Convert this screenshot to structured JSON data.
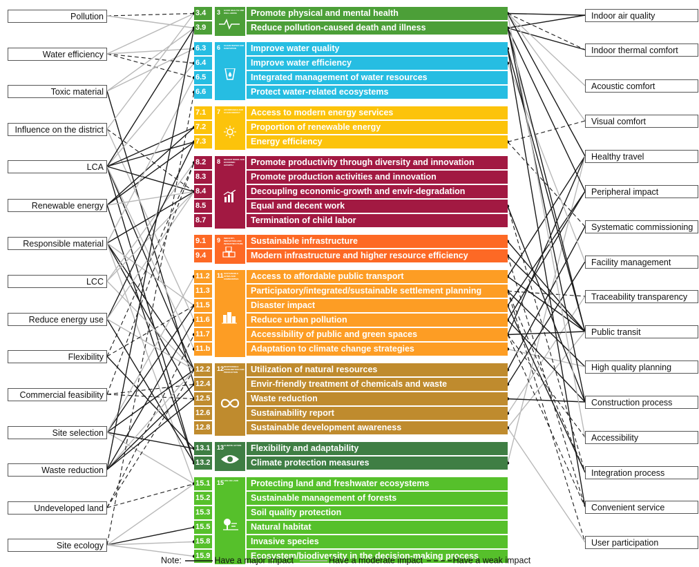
{
  "colors": {
    "goal3": "#4c9f38",
    "goal6": "#26bde2",
    "goal7": "#fcc30b",
    "goal8": "#a21942",
    "goal9": "#fd6925",
    "goal11": "#fd9d24",
    "goal12": "#bf8b2e",
    "goal13": "#3f7e44",
    "goal15": "#56c02b"
  },
  "left_factors": [
    "Pollution",
    "Water efficiency",
    "Toxic material",
    "Influence on the district",
    "LCA",
    "Renewable energy",
    "Responsible material",
    "LCC",
    "Reduce energy use",
    "Flexibility",
    "Commercial feasibility",
    "Site selection",
    "Waste reduction",
    "Undeveloped land",
    "Site ecology"
  ],
  "right_factors": [
    "Indoor air quality",
    "Indoor thermal comfort",
    "Acoustic comfort",
    "Visual comfort",
    "Healthy travel",
    "Peripheral impact",
    "Systematic commissioning",
    "Facility management",
    "Traceability transparency",
    "Public transit",
    "High quality planning",
    "Construction process",
    "Accessibility",
    "Integration process",
    "Convenient service",
    "User participation"
  ],
  "goals": [
    {
      "num": "3",
      "title": "GOOD HEALTH AND WELL-BEING",
      "icon": "heartbeat-icon",
      "targets": [
        {
          "id": "3.4",
          "label": "Promote physical and mental health"
        },
        {
          "id": "3.9",
          "label": "Reduce pollution-caused death and illness"
        }
      ]
    },
    {
      "num": "6",
      "title": "CLEAN WATER AND SANITATION",
      "icon": "water-glass-icon",
      "targets": [
        {
          "id": "6.3",
          "label": "Improve water quality"
        },
        {
          "id": "6.4",
          "label": "Improve water efficiency"
        },
        {
          "id": "6.5",
          "label": "Integrated management of water resources"
        },
        {
          "id": "6.6",
          "label": "Protect water-related ecosystems"
        }
      ]
    },
    {
      "num": "7",
      "title": "AFFORDABLE AND CLEAN ENERGY",
      "icon": "sun-icon",
      "targets": [
        {
          "id": "7.1",
          "label": "Access to modern energy services"
        },
        {
          "id": "7.2",
          "label": "Proportion of renewable energy"
        },
        {
          "id": "7.3",
          "label": "Energy efficiency"
        }
      ]
    },
    {
      "num": "8",
      "title": "DECENT WORK AND ECONOMIC GROWTH",
      "icon": "growth-chart-icon",
      "targets": [
        {
          "id": "8.2",
          "label": "Promote productivity through diversity and innovation"
        },
        {
          "id": "8.3",
          "label": "Promote production activities and innovation"
        },
        {
          "id": "8.4",
          "label": "Decoupling economic-growth and envir-degradation"
        },
        {
          "id": "8.5",
          "label": "Equal and decent work"
        },
        {
          "id": "8.7",
          "label": "Termination of child labor"
        }
      ]
    },
    {
      "num": "9",
      "title": "INDUSTRY, INNOVATION AND INFRASTRUCTURE",
      "icon": "cubes-icon",
      "targets": [
        {
          "id": "9.1",
          "label": "Sustainable infrastructure"
        },
        {
          "id": "9.4",
          "label": "Modern infrastructure and higher resource efficiency"
        }
      ]
    },
    {
      "num": "11",
      "title": "SUSTAINABLE CITIES AND COMMUNITIES",
      "icon": "buildings-icon",
      "targets": [
        {
          "id": "11.2",
          "label": "Access to affordable public transport"
        },
        {
          "id": "11.3",
          "label": "Participatory/integrated/sustainable settlement planning"
        },
        {
          "id": "11.5",
          "label": "Disaster impact"
        },
        {
          "id": "11.6",
          "label": "Reduce urban pollution"
        },
        {
          "id": "11.7",
          "label": "Accessibility of public and green spaces"
        },
        {
          "id": "11.b",
          "label": "Adaptation to climate change strategies"
        }
      ]
    },
    {
      "num": "12",
      "title": "RESPONSIBLE CONSUMPTION AND PRODUCTION",
      "icon": "infinity-icon",
      "targets": [
        {
          "id": "12.2",
          "label": "Utilization of natural resources"
        },
        {
          "id": "12.4",
          "label": "Envir-friendly treatment of chemicals and waste"
        },
        {
          "id": "12.5",
          "label": "Waste reduction"
        },
        {
          "id": "12.6",
          "label": "Sustainability report"
        },
        {
          "id": "12.8",
          "label": "Sustainable development awareness"
        }
      ]
    },
    {
      "num": "13",
      "title": "CLIMATE ACTION",
      "icon": "eye-globe-icon",
      "targets": [
        {
          "id": "13.1",
          "label": "Flexibility and adaptability"
        },
        {
          "id": "13.2",
          "label": "Climate protection measures"
        }
      ]
    },
    {
      "num": "15",
      "title": "LIFE ON LAND",
      "icon": "tree-icon",
      "targets": [
        {
          "id": "15.1",
          "label": "Protecting land and freshwater ecosystems"
        },
        {
          "id": "15.2",
          "label": "Sustainable management of forests"
        },
        {
          "id": "15.3",
          "label": "Soil quality protection"
        },
        {
          "id": "15.5",
          "label": "Natural habitat"
        },
        {
          "id": "15.8",
          "label": "Invasive species"
        },
        {
          "id": "15.9",
          "label": "Ecosystem/biodiversity in the decision-making process"
        }
      ]
    }
  ],
  "legend": {
    "prefix": "Note:",
    "major": "Have a major impact",
    "moderate": "Have a moderate impact",
    "weak": "Have a weak impact"
  },
  "left_links": [
    [
      "Pollution",
      "3.4",
      "weak"
    ],
    [
      "Pollution",
      "3.9",
      "moderate"
    ],
    [
      "Water efficiency",
      "6.4",
      "weak"
    ],
    [
      "Water efficiency",
      "6.5",
      "weak"
    ],
    [
      "Water efficiency",
      "6.3",
      "moderate"
    ],
    [
      "Water efficiency",
      "3.4",
      "moderate"
    ],
    [
      "Toxic material",
      "3.9",
      "moderate"
    ],
    [
      "Toxic material",
      "12.4",
      "major"
    ],
    [
      "Toxic material",
      "6.3",
      "moderate"
    ],
    [
      "Influence on the district",
      "8.4",
      "weak"
    ],
    [
      "Influence on the district",
      "11.6",
      "moderate"
    ],
    [
      "Influence on the district",
      "3.4",
      "moderate"
    ],
    [
      "LCA",
      "7.2",
      "major"
    ],
    [
      "LCA",
      "7.3",
      "major"
    ],
    [
      "LCA",
      "8.4",
      "major"
    ],
    [
      "LCA",
      "12.2",
      "major"
    ],
    [
      "LCA",
      "13.2",
      "major"
    ],
    [
      "LCA",
      "6.4",
      "moderate"
    ],
    [
      "LCA",
      "3.9",
      "major"
    ],
    [
      "LCA",
      "11.b",
      "moderate"
    ],
    [
      "Renewable energy",
      "7.2",
      "major"
    ],
    [
      "Renewable energy",
      "7.3",
      "major"
    ],
    [
      "Renewable energy",
      "8.4",
      "moderate"
    ],
    [
      "Renewable energy",
      "13.2",
      "major"
    ],
    [
      "Responsible material",
      "12.2",
      "major"
    ],
    [
      "Responsible material",
      "12.5",
      "major"
    ],
    [
      "Responsible material",
      "8.4",
      "major"
    ],
    [
      "Responsible material",
      "15.1",
      "moderate"
    ],
    [
      "Responsible material",
      "11.5",
      "moderate"
    ],
    [
      "Responsible material",
      "6.5",
      "moderate"
    ],
    [
      "LCC",
      "8.2",
      "moderate"
    ],
    [
      "LCC",
      "8.4",
      "moderate"
    ],
    [
      "LCC",
      "12.2",
      "moderate"
    ],
    [
      "Reduce energy use",
      "7.3",
      "major"
    ],
    [
      "Reduce energy use",
      "13.2",
      "major"
    ],
    [
      "Reduce energy use",
      "8.4",
      "moderate"
    ],
    [
      "Reduce energy use",
      "12.2",
      "moderate"
    ],
    [
      "Flexibility",
      "11.5",
      "weak"
    ],
    [
      "Flexibility",
      "13.1",
      "major"
    ],
    [
      "Flexibility",
      "8.2",
      "weak"
    ],
    [
      "Commercial feasibility",
      "12.5",
      "weak"
    ],
    [
      "Commercial feasibility",
      "8.2",
      "weak"
    ],
    [
      "Commercial feasibility",
      "12.4",
      "weak"
    ],
    [
      "Site selection",
      "13.1",
      "major"
    ],
    [
      "Site selection",
      "11.5",
      "major"
    ],
    [
      "Site selection",
      "12.2",
      "major"
    ],
    [
      "Site selection",
      "15.1",
      "moderate"
    ],
    [
      "Site selection",
      "11.2",
      "moderate"
    ],
    [
      "Waste reduction",
      "12.5",
      "major"
    ],
    [
      "Waste reduction",
      "11.6",
      "major"
    ],
    [
      "Waste reduction",
      "12.2",
      "moderate"
    ],
    [
      "Waste reduction",
      "12.4",
      "major"
    ],
    [
      "Waste reduction",
      "3.9",
      "major"
    ],
    [
      "Undeveloped land",
      "15.1",
      "weak"
    ],
    [
      "Undeveloped land",
      "12.2",
      "weak"
    ],
    [
      "Undeveloped land",
      "11.7",
      "weak"
    ],
    [
      "Site ecology",
      "15.5",
      "major"
    ],
    [
      "Site ecology",
      "15.1",
      "moderate"
    ],
    [
      "Site ecology",
      "15.8",
      "moderate"
    ],
    [
      "Site ecology",
      "15.9",
      "moderate"
    ],
    [
      "Site ecology",
      "6.6",
      "weak"
    ]
  ],
  "right_links": [
    [
      "Indoor air quality",
      "3.4",
      "major"
    ],
    [
      "Indoor air quality",
      "3.9",
      "major"
    ],
    [
      "Indoor thermal comfort",
      "3.4",
      "weak"
    ],
    [
      "Indoor thermal comfort",
      "3.9",
      "major"
    ],
    [
      "Acoustic comfort",
      "3.4",
      "moderate"
    ],
    [
      "Visual comfort",
      "3.4",
      "moderate"
    ],
    [
      "Visual comfort",
      "7.3",
      "weak"
    ],
    [
      "Healthy travel",
      "3.4",
      "major"
    ],
    [
      "Healthy travel",
      "11.2",
      "major"
    ],
    [
      "Healthy travel",
      "11.7",
      "major"
    ],
    [
      "Healthy travel",
      "13.2",
      "moderate"
    ],
    [
      "Peripheral impact",
      "11.6",
      "major"
    ],
    [
      "Peripheral impact",
      "3.9",
      "major"
    ],
    [
      "Peripheral impact",
      "11.5",
      "major"
    ],
    [
      "Systematic commissioning",
      "7.3",
      "weak"
    ],
    [
      "Systematic commissioning",
      "12.2",
      "major"
    ],
    [
      "Facility management",
      "12.4",
      "major"
    ],
    [
      "Facility management",
      "6.4",
      "moderate"
    ],
    [
      "Traceability transparency",
      "12.6",
      "moderate"
    ],
    [
      "Traceability transparency",
      "11.3",
      "weak"
    ],
    [
      "Public transit",
      "11.2",
      "major"
    ],
    [
      "Public transit",
      "9.4",
      "major"
    ],
    [
      "Public transit",
      "9.1",
      "major"
    ],
    [
      "Public transit",
      "3.9",
      "major"
    ],
    [
      "Public transit",
      "11.7",
      "major"
    ],
    [
      "Public transit",
      "12.8",
      "moderate"
    ],
    [
      "Public transit",
      "6.3",
      "major"
    ],
    [
      "High quality planning",
      "11.3",
      "major"
    ],
    [
      "High quality planning",
      "11.b",
      "moderate"
    ],
    [
      "Construction process",
      "12.5",
      "major"
    ],
    [
      "Construction process",
      "8.5",
      "major"
    ],
    [
      "Construction process",
      "3.9",
      "major"
    ],
    [
      "Construction process",
      "11.6",
      "major"
    ],
    [
      "Accessibility",
      "11.7",
      "weak"
    ],
    [
      "Accessibility",
      "3.4",
      "moderate"
    ],
    [
      "Integration process",
      "11.3",
      "weak"
    ],
    [
      "Integration process",
      "11.5",
      "major"
    ],
    [
      "Integration process",
      "8.5",
      "weak"
    ],
    [
      "Convenient service",
      "11.7",
      "weak"
    ],
    [
      "Convenient service",
      "9.4",
      "weak"
    ],
    [
      "Convenient service",
      "6.3",
      "major"
    ],
    [
      "User participation",
      "11.3",
      "weak"
    ],
    [
      "User participation",
      "12.8",
      "moderate"
    ]
  ]
}
